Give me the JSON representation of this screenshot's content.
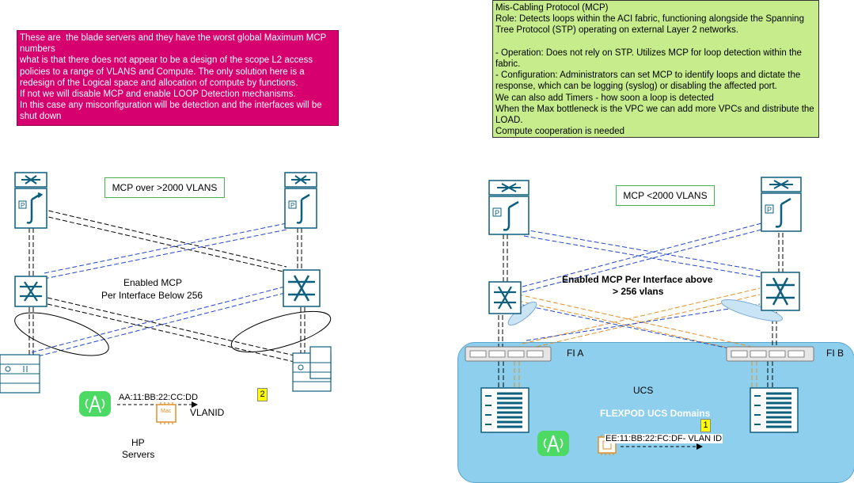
{
  "notes": {
    "pink": [
      "These are  the blade servers and they have the worst global Maximum MCP numbers",
      "what is that there does not appear to be a design of the scope L2 access policies to a range of VLANS and Compute. The only solution here is a redesign of the Logical space and allocation of compute by functions.",
      "If not we will disable MCP and enable LOOP Detection mechanisms.",
      "In this case any misconfiguration will be detection and the interfaces will be shut down"
    ],
    "green": [
      "Mis-Cabling Protocol (MCP)",
      "Role: Detects loops within the ACI fabric, functioning alongside the Spanning Tree Protocol (STP) operating on external Layer 2 networks.",
      "",
      "- Operation: Does not rely on STP. Utilizes MCP for loop detection within the fabric.",
      "- Configuration: Administrators can set MCP to identify loops and dictate the response, which can be logging (syslog) or disabling the affected port.",
      "We can also add Timers - how soon a loop is detected",
      "When the Max bottleneck is the VPC we can add more VPCs and distribute the LOAD.",
      "Compute cooperation is needed"
    ]
  },
  "left": {
    "title_box": "MCP over >2000 VLANS",
    "enabled_label_1": "Enabled MCP",
    "enabled_label_2": "Per Interface Below 256",
    "mac": "AA:11:BB:22:CC:DD",
    "vlan": "VLANID",
    "servers_1": "HP",
    "servers_2": "Servers",
    "badge": "2",
    "mac_chip": "Mac"
  },
  "right": {
    "title_box": "MCP <2000 VLANS",
    "enabled_label_1": "Enabled MCP Per Interface above",
    "enabled_label_2": "> 256 vlans",
    "fi_a": "FI A",
    "fi_b": "FI B",
    "ucs": "UCS",
    "flexpod": "FLEXPOD UCS Domains",
    "mac_vlan": "EE:11:BB:22:FC:DF- VLAN ID",
    "badge": "1"
  },
  "colors": {
    "icon_teal": "#0d5f7e",
    "pink_note": "#d6006e",
    "green_note": "#c6ec8c",
    "ucs_area": "#8ecfed",
    "blue_link": "#2346c8",
    "orange_link": "#e0902a",
    "wifi_green": "#4cd964"
  }
}
